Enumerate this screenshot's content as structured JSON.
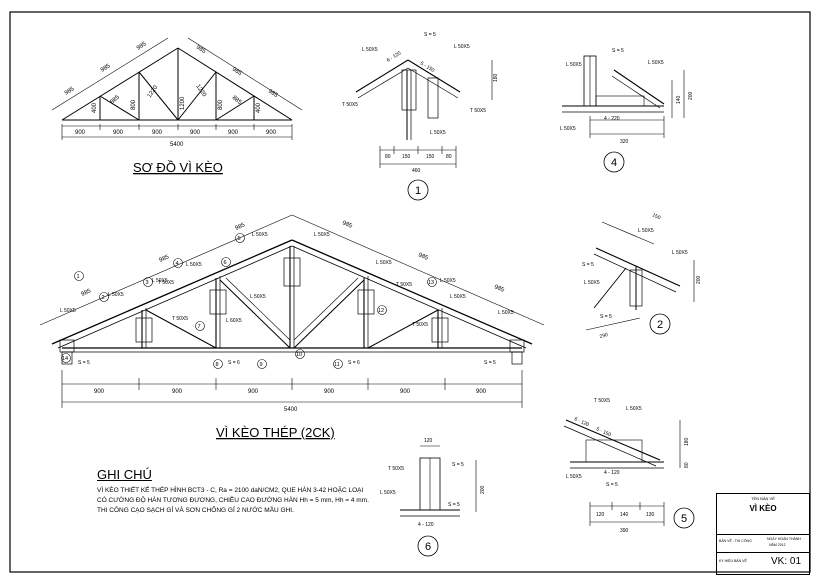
{
  "titles": {
    "schema": "SƠ ĐỒ VÌ KÈO",
    "truss": "VÌ KÈO THÉP (2CK)"
  },
  "schema_dims": {
    "top_left": [
      "985",
      "985",
      "985"
    ],
    "top_right": [
      "985",
      "985",
      "985"
    ],
    "verticals": [
      "400",
      "800",
      "1200",
      "800",
      "400"
    ],
    "diagonals": [
      "885",
      "1220",
      "1220",
      "885"
    ],
    "bottom_panels": [
      "900",
      "900",
      "900",
      "900",
      "900",
      "900"
    ],
    "total": "5400"
  },
  "truss_dims": {
    "top_left": [
      "985",
      "985",
      "985"
    ],
    "top_right": [
      "985",
      "985",
      "985"
    ],
    "bottom_panels": [
      "900",
      "900",
      "900",
      "900",
      "900",
      "900"
    ],
    "total": "5400"
  },
  "truss_labels": {
    "angles": [
      "L 50X5",
      "L 50X5",
      "L 50X5",
      "L 50X5",
      "L 50X5",
      "L 60X5",
      "L 50X5",
      "L 50X5",
      "L 50X5",
      "L 50X5",
      "L 50X5",
      "L 50X5"
    ],
    "tees": [
      "T 50X5",
      "T 50X5",
      "T 50X5",
      "T 50X5"
    ],
    "welds": [
      "S = 5",
      "S = 6",
      "S = 6",
      "S = 5"
    ],
    "markers": [
      "1",
      "2",
      "3",
      "4",
      "5",
      "6",
      "7",
      "8",
      "9",
      "10",
      "11",
      "12",
      "13",
      "14"
    ]
  },
  "details": {
    "d1": {
      "number": "1",
      "dims": [
        "80",
        "150",
        "150",
        "80"
      ],
      "total": "460",
      "height": "180",
      "labels": [
        "L 50X5",
        "S = 5",
        "L 50X5",
        "T 50X5",
        "T 50X5",
        "L 50X5",
        "6 - 120",
        "5 - 150"
      ]
    },
    "d2": {
      "number": "2",
      "dims": [
        "150",
        "200",
        "290"
      ],
      "labels": [
        "L 50X5",
        "L 50X5",
        "S = 5",
        "L 50X5",
        "S = 5"
      ]
    },
    "d4": {
      "number": "4",
      "dims": [
        "320",
        "200",
        "140"
      ],
      "labels": [
        "L 50X5",
        "L 50X5",
        "L 50X5",
        "S = 5",
        "4 - 220"
      ]
    },
    "d5": {
      "number": "5",
      "dims": [
        "120",
        "140",
        "130",
        "390",
        "180",
        "80"
      ],
      "labels": [
        "T 50X5",
        "L 50X5",
        "5 - 150",
        "6 - 120",
        "4 - 120",
        "L 50X5",
        "S = 5"
      ]
    },
    "d6": {
      "number": "6",
      "dims": [
        "120",
        "200",
        "4 - 120"
      ],
      "labels": [
        "T 50X5",
        "S = 5",
        "L 50X5",
        "S = 5"
      ]
    }
  },
  "notes": {
    "heading": "GHI CHÚ",
    "lines": [
      "VÌ KÈO THIẾT KẾ THÉP HÌNH BCT3 - C, Ra = 2100 daN/CM2, QUE HÀN 3-42 HOẶC LOẠI",
      "CÓ CƯỜNG ĐỘ HÀN TƯƠNG ĐƯƠNG, CHIỀU CAO ĐƯỜNG HÀN Hh = 5 mm, Hh = 4 mm.",
      "THI CÔNG CẠO SẠCH GỈ VÀ SƠN CHỐNG GỈ 2 NƯỚC MẦU GHI."
    ]
  },
  "title_block": {
    "small_title": "TÊN BẢN VẼ",
    "drawing_name": "VÌ KÈO",
    "row1": [
      "BẢN VẼ : THI CÔNG",
      "NGÀY HOÀN THÀNH",
      "NĂM 2012"
    ],
    "sheet_label": "KÝ HIỆU BẢN VẼ",
    "sheet_no": "VK: 01"
  }
}
